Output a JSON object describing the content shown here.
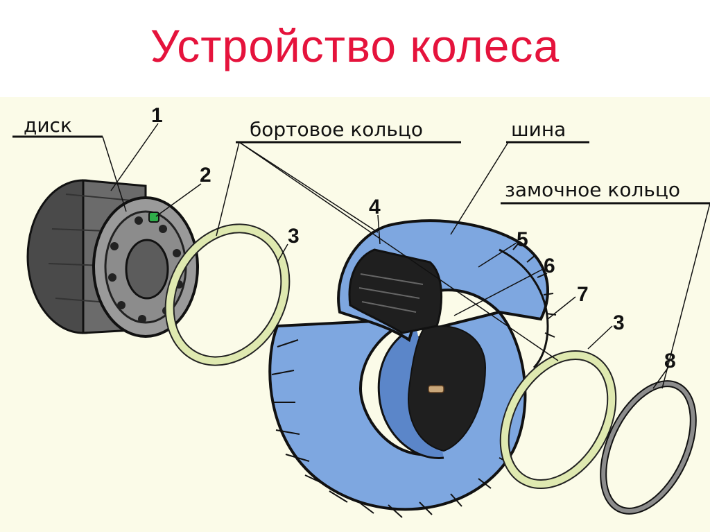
{
  "title": "Устройство колеса",
  "labels": {
    "disk": "диск",
    "bead_ring": "бортовое кольцо",
    "tire": "шина",
    "lock_ring": "замочное кольцо"
  },
  "numbers": {
    "n1": "1",
    "n2": "2",
    "n3a": "3",
    "n4": "4",
    "n5": "5",
    "n6": "6",
    "n7": "7",
    "n3b": "3",
    "n8": "8"
  },
  "colors": {
    "title": "#e5133c",
    "tire": "#7ea7e0",
    "ring": "#dfe9b0",
    "rim": "#8a8a8a",
    "background": "#fbfbe8"
  }
}
